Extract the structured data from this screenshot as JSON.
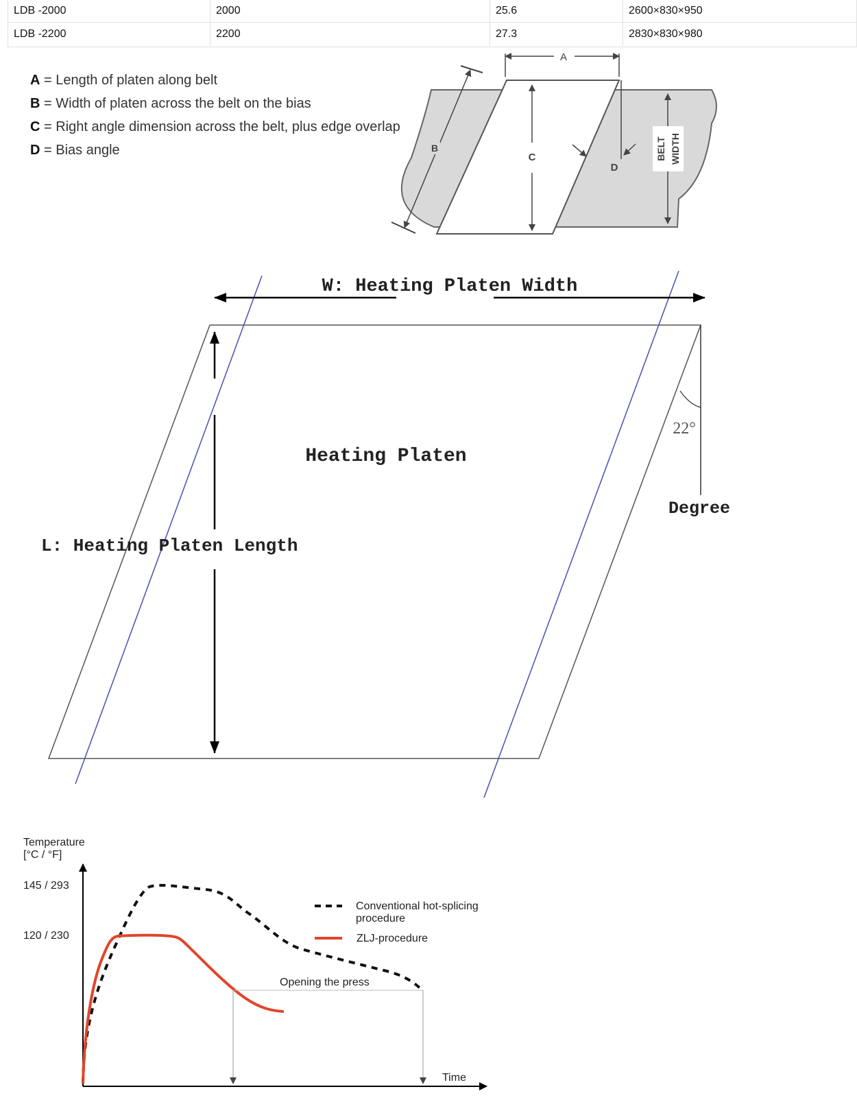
{
  "spec_table": {
    "rows": [
      [
        "LDB -2000",
        "2000",
        "25.6",
        "2600×830×950"
      ],
      [
        "LDB -2200",
        "2200",
        "27.3",
        "2830×830×980"
      ]
    ]
  },
  "bias_legend": [
    {
      "key": "A",
      "text": "= Length of platen along belt"
    },
    {
      "key": "B",
      "text": "= Width of platen across the belt on the bias"
    },
    {
      "key": "C",
      "text": "= Right angle dimension across the belt, plus edge overlap"
    },
    {
      "key": "D",
      "text": "= Bias angle"
    }
  ],
  "bias_diagram": {
    "label_a": "A",
    "label_b": "B",
    "label_c": "C",
    "label_d": "D",
    "belt_label": "BELT",
    "width_label": "WIDTH"
  },
  "platen_diagram": {
    "width_label": "W: Heating Platen Width",
    "center_label": "Heating Platen",
    "length_label": "L: Heating Platen Length",
    "angle_value": "22°",
    "angle_label": "Degree"
  },
  "chart_data": {
    "type": "line",
    "ylabel_line1": "Temperature",
    "ylabel_line2": "[°C / °F]",
    "xlabel": "Time",
    "y_ticks": [
      "145 / 293",
      "120 / 230"
    ],
    "annotation": "Opening the press",
    "series": [
      {
        "name_line1": "Conventional hot-splicing",
        "name_line2": "procedure",
        "style": "dashed",
        "color": "#111111"
      },
      {
        "name_line1": "ZLJ-procedure",
        "style": "solid",
        "color": "#e0462a"
      }
    ]
  }
}
